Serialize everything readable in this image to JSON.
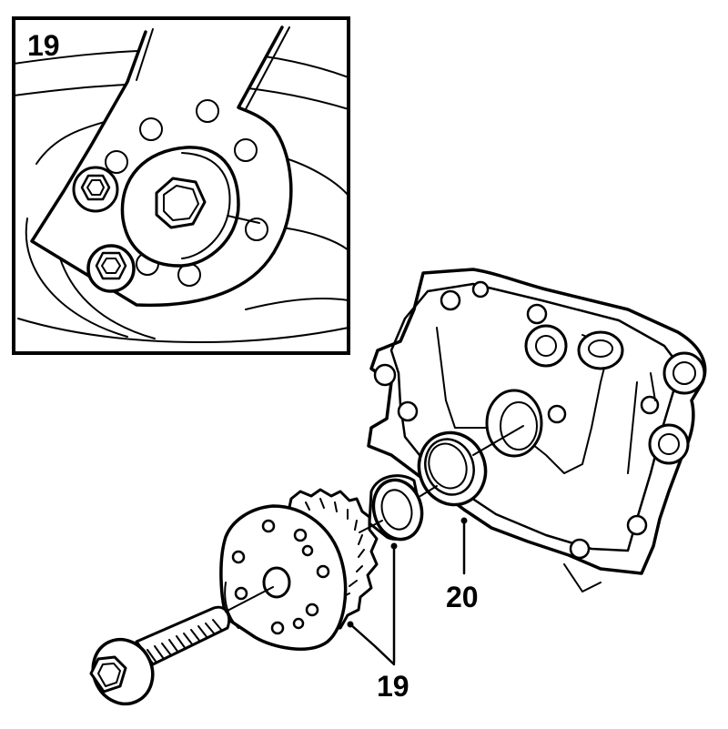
{
  "inset": {
    "label": "19"
  },
  "callouts": {
    "seal_front_label": "19",
    "seal_rear_label": "20"
  },
  "colors": {
    "line": "#000000",
    "background": "#ffffff"
  }
}
